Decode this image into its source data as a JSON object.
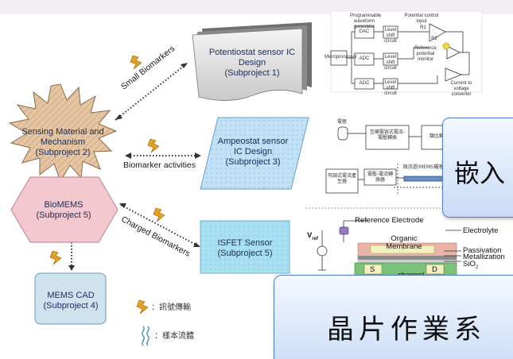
{
  "nodes": {
    "sensing_material": {
      "title": "Sensing Material and Mechanism",
      "sub": "(Subproject 2)"
    },
    "biomems": {
      "title": "BioMEMS",
      "sub": "(Subproject 5)"
    },
    "mems_cad": {
      "title": "MEMS CAD",
      "sub": "(Subproject 4)"
    },
    "potentiostat": {
      "title": "Potentiostat sensor IC Design",
      "sub": "(Subproject 1)"
    },
    "ampeostat": {
      "title": "Ampeostat sensor IC Design",
      "sub": "(Subproject 3)"
    },
    "isfet": {
      "title": "ISFET Sensor",
      "sub": "(Subproject 5)"
    }
  },
  "connectors": {
    "small_biomarkers": "Small Biomarkers",
    "biomarker_activities": "Biomarker activities",
    "charged_biomarkers": "Charged Biomarkers"
  },
  "legend": {
    "signal": "：訊號傳輸",
    "sample": "：樣本流體"
  },
  "circuit_potentiostat": {
    "programmable": "Programmable waveform generator",
    "adc": "ADC",
    "dac": "DAC",
    "level_shift": "Level shift circuit",
    "microprocessor": "Microprocessor",
    "potential_control": "Potential control input",
    "reference_monitor": "Reference potential monitor",
    "current_to_voltage": "Current to voltage converter",
    "r1": "R1",
    "r2": "R2"
  },
  "circuit_ampeostat": {
    "electrode": "電極",
    "front_converter": "互補電容式電流-電壓轉換",
    "adc": "類比轉數位",
    "adjustable_current": "可調式電流產生器",
    "voltage_current": "電壓-電流轉換器",
    "microchannel": "微流道(MEMS)",
    "electrode2": "電極"
  },
  "isfet_cross_section": {
    "reference": "Reference Electrode",
    "electrolyte": "Electrolyte",
    "membrane": "Organic Membrane",
    "passivation": "Passivation",
    "metallization": "Metallization",
    "oxide": "SiO",
    "oxide_sub": "2",
    "source": "S",
    "drain": "D",
    "channel": "channel",
    "voltage": "V",
    "voltage_sub": "ref"
  },
  "popups": {
    "embedded": "嵌入",
    "chip_ops": "晶片作業系"
  },
  "colors": {
    "box_blue": "#cfe3ef",
    "hex_pink": "#f3c8ce",
    "parallelogram": "#a9d4f1",
    "isfet_box": "#9fd9ef",
    "sensing_tan": "#e8c9a6"
  }
}
